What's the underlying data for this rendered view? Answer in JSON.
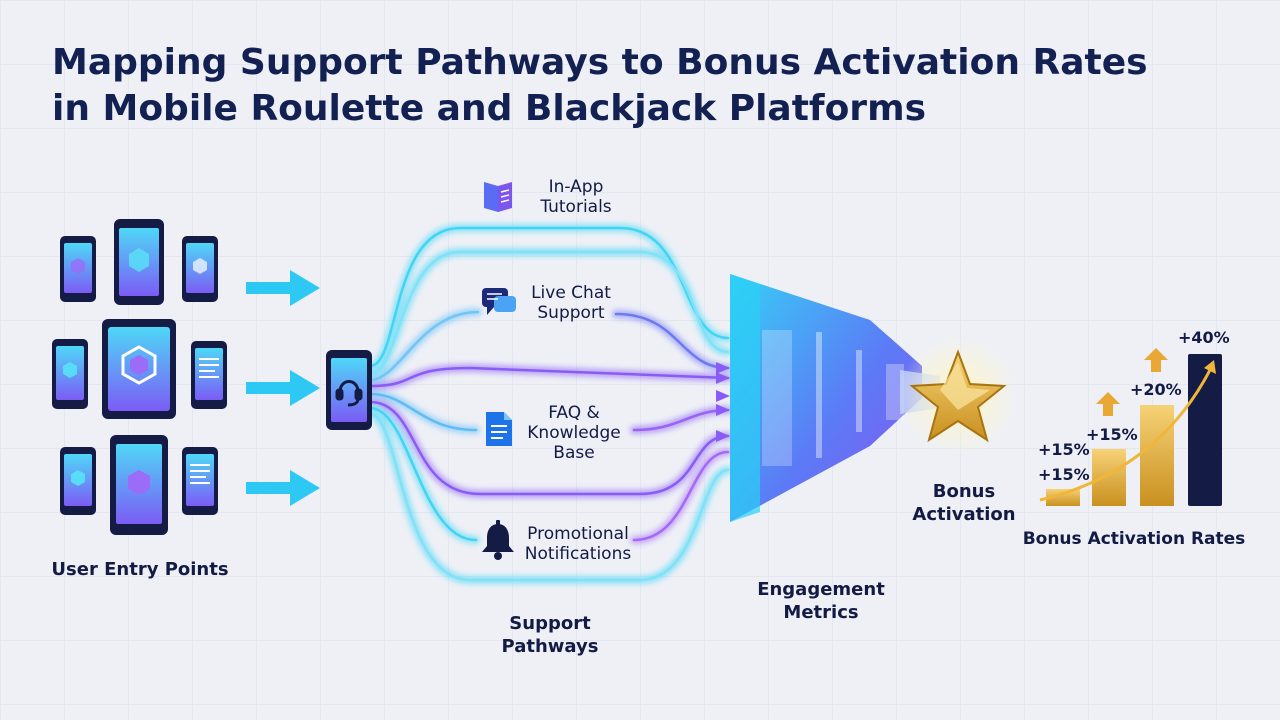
{
  "title": {
    "line1": "Mapping Support Pathways to Bonus Activation Rates",
    "line2": "in Mobile Roulette and Blackjack Platforms"
  },
  "sections": {
    "entry_points": "User Entry Points",
    "support_pathways_line1": "Support",
    "support_pathways_line2": "Pathways",
    "engagement_line1": "Engagement",
    "engagement_line2": "Metrics",
    "bonus_line1": "Bonus",
    "bonus_line2": "Activation",
    "rates": "Bonus Activation Rates"
  },
  "pathways": [
    {
      "line1": "In-App",
      "line2": "Tutorials",
      "line3": "",
      "icon": "book-icon"
    },
    {
      "line1": "Live Chat",
      "line2": "Support",
      "line3": "",
      "icon": "chat-icon"
    },
    {
      "line1": "FAQ &",
      "line2": "Knowledge",
      "line3": "Base",
      "icon": "document-icon"
    },
    {
      "line1": "Promotional",
      "line2": "Notifications",
      "line3": "",
      "icon": "bell-icon"
    }
  ],
  "rate_labels": [
    "+15%",
    "+15%",
    "+15%",
    "+20%",
    "+40%"
  ],
  "colors": {
    "navy": "#122052",
    "cyan": "#3fd6f5",
    "purple": "#8a5cf6",
    "gold": "#e8b53a"
  }
}
